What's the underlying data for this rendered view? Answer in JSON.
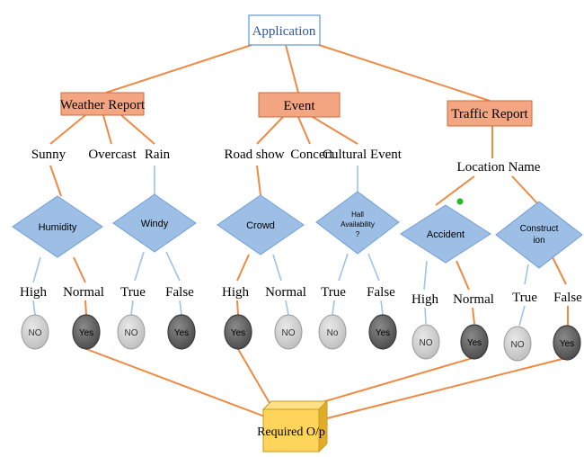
{
  "root": {
    "label": "Application"
  },
  "categories": {
    "weather": {
      "label": "Weather Report"
    },
    "event": {
      "label": "Event"
    },
    "traffic": {
      "label": "Traffic Report"
    }
  },
  "attributes": {
    "sunny": "Sunny",
    "overcast": "Overcast",
    "rain": "Rain",
    "road_show": "Road show",
    "concert": "Concert",
    "cultural_event": "Cultural Event",
    "location_name": "Location Name"
  },
  "decisions": {
    "humidity": "Humidity",
    "windy": "Windy",
    "crowd": "Crowd",
    "hall_1": "Hall",
    "hall_2": "Availability",
    "hall_3": "?",
    "accident": "Accident",
    "construct_1": "Construct",
    "construct_2": "ion"
  },
  "branches": {
    "humidity_high": "High",
    "humidity_normal": "Normal",
    "windy_true": "True",
    "windy_false": "False",
    "crowd_high": "High",
    "crowd_normal": "Normal",
    "hall_true": "True",
    "hall_false": "False",
    "accident_high": "High",
    "accident_normal": "Normal",
    "construct_true": "True",
    "construct_false": "False"
  },
  "outcomes": {
    "humidity_high": "NO",
    "humidity_normal": "Yes",
    "windy_true": "NO",
    "windy_false": "Yes",
    "crowd_high": "Yes",
    "crowd_normal": "NO",
    "hall_true": "No",
    "hall_false": "Yes",
    "accident_high": "NO",
    "accident_normal": "Yes",
    "construct_true": "NO",
    "construct_false": "Yes"
  },
  "result": {
    "label": "Required O/p"
  },
  "colors": {
    "edge_orange": "#ee8a44",
    "edge_blue": "#9dc3e6",
    "decision_fill": "#9dbfe6",
    "category_fill": "#f4a582",
    "no_fill": "#cfcfcf",
    "yes_fill": "#6b6b6b",
    "result_fill": "#ffd45a",
    "junction_dot": "#22bb22"
  }
}
